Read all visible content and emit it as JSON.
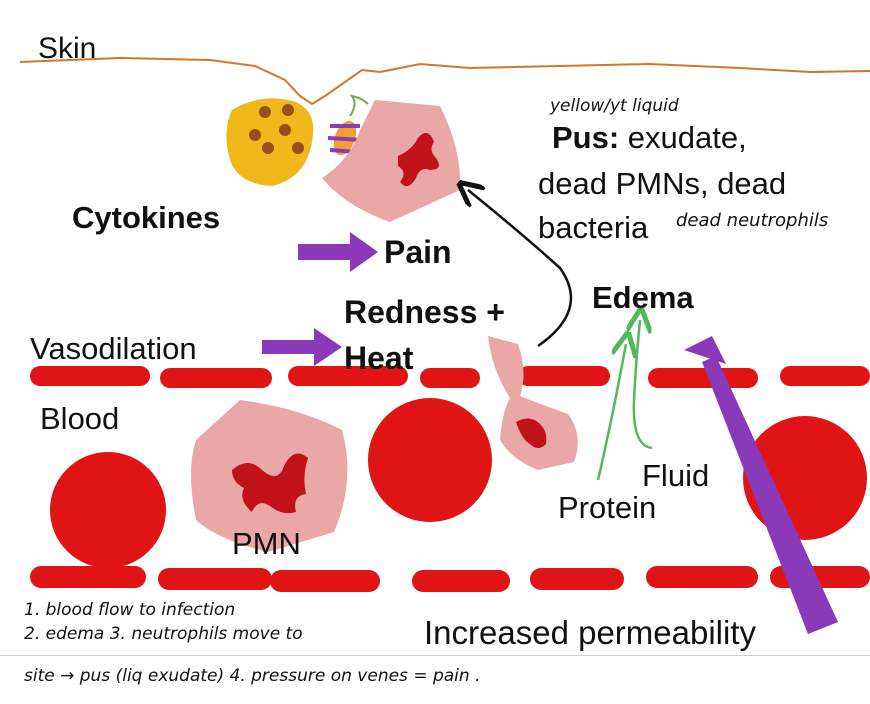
{
  "labels": {
    "skin": "Skin",
    "cytokines": "Cytokines",
    "pain": "Pain",
    "redness": "Redness +",
    "heat": "Heat",
    "vasodilation": "Vasodilation",
    "blood": "Blood",
    "pmn": "PMN",
    "pus_title": "Pus:",
    "pus_line1": " exudate,",
    "pus_line2": "dead PMNs, dead",
    "pus_line3": "bacteria",
    "edema": "Edema",
    "fluid": "Fluid",
    "protein": "Protein",
    "increased_permeability": "Increased permeability"
  },
  "handwritten": {
    "pus_note": "yellow/yt liquid",
    "dead_neutrophils": "dead neutrophils",
    "note_line1": "1. blood flow to infection",
    "note_line2": "2. edema   3. neutrophils move to",
    "note_line3": "site → pus (liq exudate)  4. pressure on venes = pain ."
  },
  "colors": {
    "skin_line": "#d2772a",
    "rbc": "#e01414",
    "pmn_cell": "#e9a7a6",
    "pmn_nucleus": "#c01218",
    "arrow_purple": "#8a3ab8",
    "arrow_green": "#4fba5a",
    "bacterium_cell": "#f0b81a",
    "bacterium_dots": "#9b4e1d"
  },
  "icons": [
    "block-arrow-right",
    "curved-arrow",
    "green-arrow-up",
    "purple-diagonal-arrow"
  ]
}
